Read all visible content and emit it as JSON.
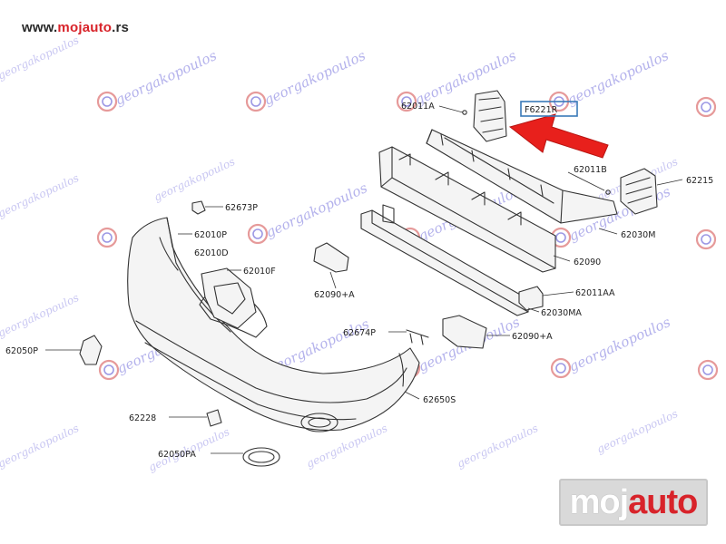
{
  "site_url": {
    "prefix": "www.",
    "accent": "mojauto",
    "suffix": ".rs"
  },
  "brand_logo": {
    "part1": "moj",
    "part2": "auto"
  },
  "watermark": {
    "text": "georgakopoulos"
  },
  "colors": {
    "accent_red": "#d8232a",
    "arrow_red": "#e8201c",
    "highlight_box": "#3a79b8",
    "watermark_purple": "#b4b2ec",
    "watermark_pink": "#e69a9a"
  },
  "callouts": [
    {
      "id": "62011A",
      "label": "62011A"
    },
    {
      "id": "F6221R",
      "label": "F6221R"
    },
    {
      "id": "62011B",
      "label": "62011B"
    },
    {
      "id": "62215",
      "label": "62215"
    },
    {
      "id": "62673P",
      "label": "62673P"
    },
    {
      "id": "62010P",
      "label": "62010P"
    },
    {
      "id": "62010D",
      "label": "62010D"
    },
    {
      "id": "62030M",
      "label": "62030M"
    },
    {
      "id": "62090",
      "label": "62090"
    },
    {
      "id": "62010F",
      "label": "62010F"
    },
    {
      "id": "62090A",
      "label": "62090+A"
    },
    {
      "id": "62011AA",
      "label": "62011AA"
    },
    {
      "id": "62674P",
      "label": "62674P"
    },
    {
      "id": "62030MA",
      "label": "62030MA"
    },
    {
      "id": "62090A2",
      "label": "62090+A"
    },
    {
      "id": "62050P",
      "label": "62050P"
    },
    {
      "id": "62650S",
      "label": "62650S"
    },
    {
      "id": "62228",
      "label": "62228"
    },
    {
      "id": "62050PA",
      "label": "62050PA"
    }
  ]
}
